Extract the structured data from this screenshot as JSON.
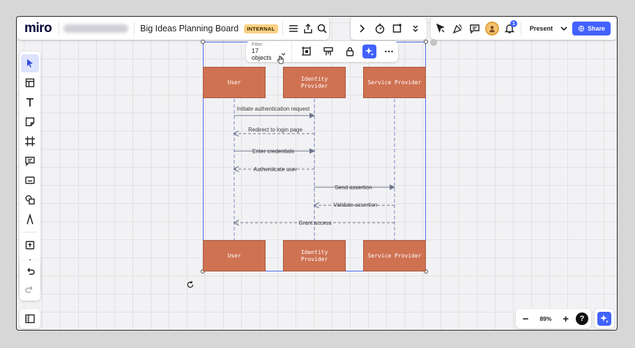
{
  "header": {
    "logo": "miro",
    "board_title": "Big Ideas Planning Board",
    "badge": "INTERNAL",
    "present_label": "Present",
    "share_label": "Share",
    "notification_count": "1"
  },
  "context_toolbar": {
    "filter_label": "Filter",
    "filter_value": "17 objects"
  },
  "diagram": {
    "top_participants": [
      {
        "label": "User"
      },
      {
        "label": "Identity Provider"
      },
      {
        "label": "Service Provider"
      }
    ],
    "bottom_participants": [
      {
        "label": "User"
      },
      {
        "label": "Identity Provider"
      },
      {
        "label": "Service Provider"
      }
    ],
    "messages": [
      {
        "label": "Initiate authentication request"
      },
      {
        "label": "Redirect to login page"
      },
      {
        "label": "Enter credentials"
      },
      {
        "label": "Authenticate user"
      },
      {
        "label": "Send assertion"
      },
      {
        "label": "Validate assertion"
      },
      {
        "label": "Grant access"
      }
    ],
    "participant_color": "#cf7252",
    "selection_color": "#4262ff"
  },
  "zoom": {
    "level": "89%",
    "minus": "−",
    "plus": "+",
    "help": "?"
  }
}
